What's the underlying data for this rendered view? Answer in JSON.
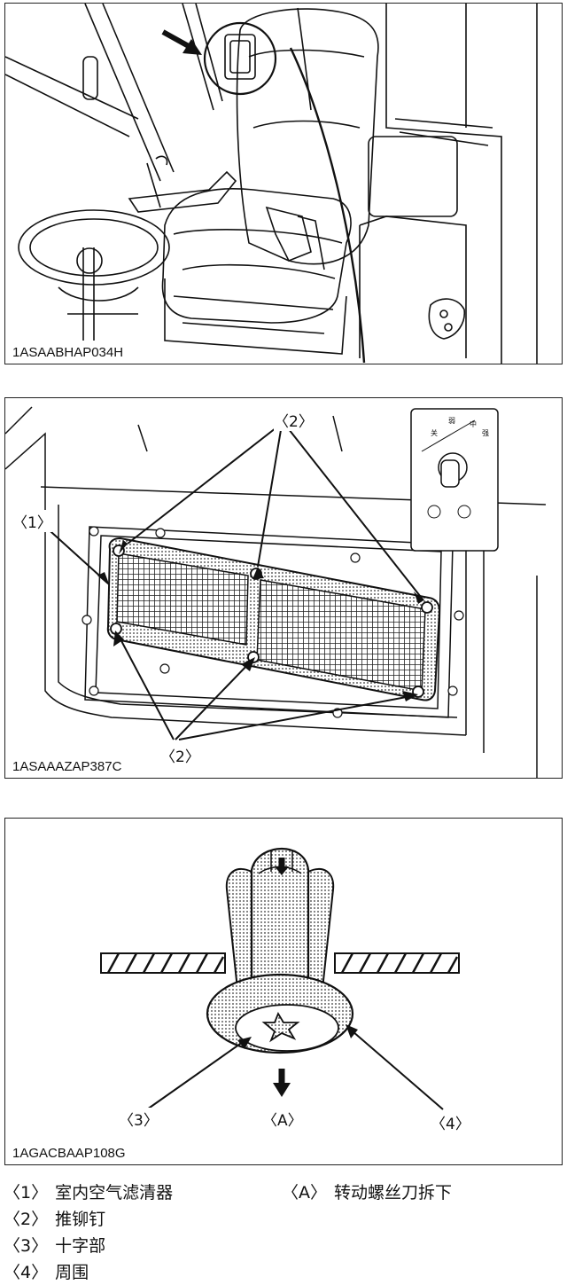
{
  "figures": [
    {
      "code": "1ASAABHAP034H"
    },
    {
      "code": "1ASAAAZAP387C",
      "callouts": [
        "〈1〉",
        "〈2〉",
        "〈2〉"
      ]
    },
    {
      "code": "1AGACBAAP108G",
      "callouts": [
        "〈3〉",
        "〈A〉",
        "〈4〉"
      ]
    }
  ],
  "control_panel_marks": [
    "关",
    "弱",
    "中",
    "强"
  ],
  "legend": [
    {
      "tag": "〈1〉",
      "text": "室内空气滤清器"
    },
    {
      "tag": "〈2〉",
      "text": "推铆钉"
    },
    {
      "tag": "〈3〉",
      "text": "十字部"
    },
    {
      "tag": "〈4〉",
      "text": "周围"
    },
    {
      "tag": "〈A〉",
      "text": "转动螺丝刀拆下"
    }
  ]
}
